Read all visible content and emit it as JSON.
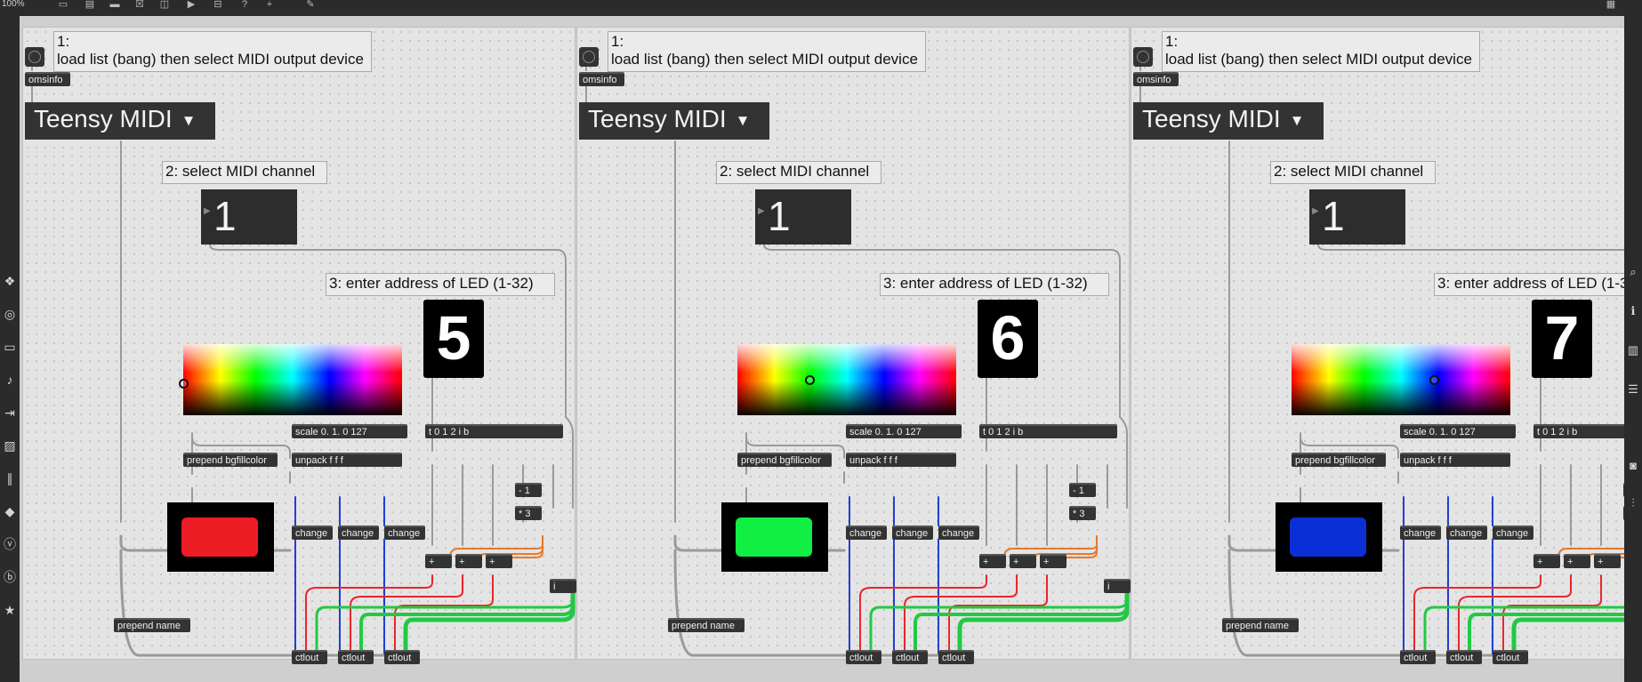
{
  "toolbar": {
    "zoom": "100%",
    "icons": [
      "presentation-icon",
      "patcher-icon",
      "comment-icon",
      "delete-icon",
      "lock-icon",
      "play-icon",
      "split-icon",
      "help-icon",
      "add-icon",
      "debug-icon"
    ],
    "grid_icon": "grid-icon"
  },
  "left_sidebar": [
    "objects-icon",
    "record-icon",
    "media-icon",
    "music-icon",
    "forward-icon",
    "image-icon",
    "attach-icon",
    "plug-icon",
    "v-icon",
    "b-icon",
    "star-icon"
  ],
  "right_sidebar": [
    "search-icon",
    "info-icon",
    "columns-icon",
    "list-icon",
    "camera-icon",
    "sliders-icon"
  ],
  "labels": {
    "step1_number": "1:",
    "step1_text": "load list (bang) then select MIDI output device",
    "step2": "2: select MIDI channel",
    "step3": "3: enter address of LED (1-32)"
  },
  "objects": {
    "omsinfo": "omsinfo",
    "scale": "scale 0. 1. 0 127",
    "unpack": "unpack f f f",
    "prepend_bg": "prepend bgfillcolor",
    "trigger": "t 0 1 2 i b",
    "minus": "- 1",
    "times": "* 3",
    "plus": "+",
    "change": "change",
    "prepend_name": "prepend name",
    "ctlout": "ctlout",
    "int": "i"
  },
  "menu_arrow": "▼",
  "panels": [
    {
      "device": "Teensy MIDI",
      "channel": "1",
      "led": "5",
      "swatch": "#ee1c24",
      "picker_x": 0.0,
      "picker_y": 0.55
    },
    {
      "device": "Teensy MIDI",
      "channel": "1",
      "led": "6",
      "swatch": "#11ee44",
      "picker_x": 0.33,
      "picker_y": 0.5
    },
    {
      "device": "Teensy MIDI",
      "channel": "1",
      "led": "7",
      "swatch": "#0b2fd6",
      "picker_x": 0.65,
      "picker_y": 0.5
    }
  ],
  "colors": {
    "wire_gray": "#9a9a9a",
    "wire_blue": "#1f3fd6",
    "wire_red": "#e8262b",
    "wire_green": "#22c944",
    "wire_orange": "#e8792b"
  }
}
